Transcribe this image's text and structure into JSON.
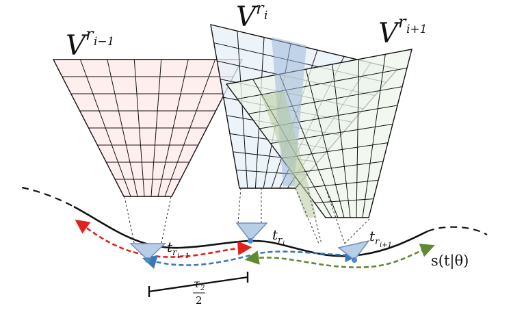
{
  "colors": {
    "grid_left": "#fde8e8",
    "grid_middle": "#e6f0f8",
    "grid_right": "#eef5ea",
    "grid_line": "#111111",
    "blue_band": "#9fb8db",
    "green_band": "#b7c8a0",
    "camera_fill": "#b7cde8",
    "camera_stroke": "#6f8fb8",
    "camera_dot": "#4a88c8",
    "arrow_red": "#e0211c",
    "arrow_blue": "#3a79b8",
    "arrow_green": "#5e8a30",
    "trajectory": "#111111"
  },
  "labels": {
    "V": "V",
    "r": "r",
    "t": "t",
    "i_minus_1": "i−1",
    "i": "i",
    "i_plus_1": "i+1",
    "tau": "τ",
    "tau_sub": "2",
    "two": "2",
    "s_expr": "s(t|θ)"
  },
  "icons": [
    "camera-frustum-icon"
  ]
}
